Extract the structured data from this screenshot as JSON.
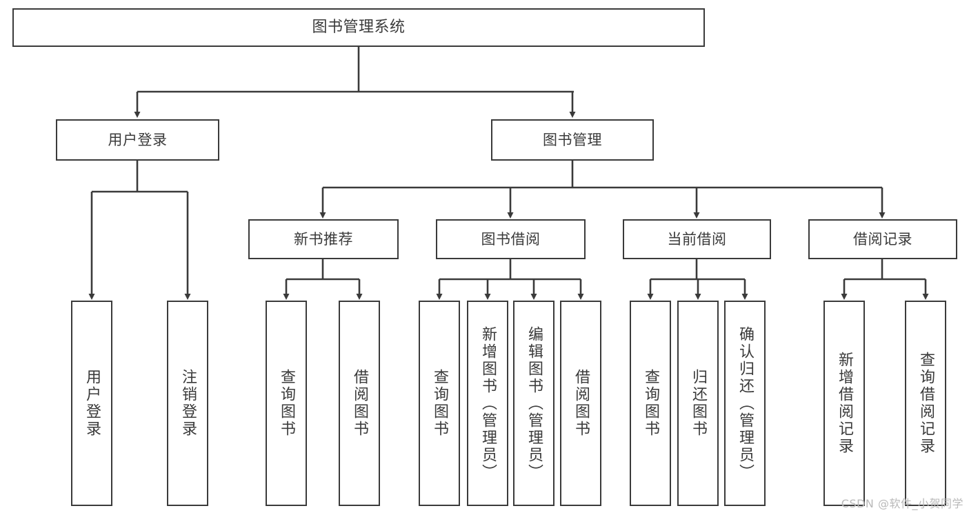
{
  "diagram": {
    "title": "图书管理系统",
    "type": "hierarchy-tree",
    "watermark": "CSDN @软件_小贺同学",
    "colors": {
      "background": "#ffffff",
      "box_border": "#3a3a3a",
      "box_fill": "#ffffff",
      "text": "#3a3a3a",
      "connector": "#3a3a3a",
      "watermark": "#b9b9b9"
    },
    "nodes": {
      "root": {
        "label": "图书管理系统"
      },
      "level1": [
        {
          "id": "user-login",
          "label": "用户登录"
        },
        {
          "id": "book-management",
          "label": "图书管理"
        }
      ],
      "level2": [
        {
          "id": "new-book-recommend",
          "label": "新书推荐"
        },
        {
          "id": "book-borrow",
          "label": "图书借阅"
        },
        {
          "id": "current-borrow",
          "label": "当前借阅"
        },
        {
          "id": "borrow-record",
          "label": "借阅记录"
        }
      ],
      "leaves": {
        "user_login": [
          {
            "id": "leaf-user-login",
            "label": "用户登录"
          },
          {
            "id": "leaf-logout",
            "label": "注销登录"
          }
        ],
        "new_book_recommend": [
          {
            "id": "leaf-query-book-1",
            "label": "查询图书"
          },
          {
            "id": "leaf-borrow-book-1",
            "label": "借阅图书"
          }
        ],
        "book_borrow": [
          {
            "id": "leaf-query-book-2",
            "label": "查询图书"
          },
          {
            "id": "leaf-add-book",
            "label": "新增图书（管理员）"
          },
          {
            "id": "leaf-edit-book",
            "label": "编辑图书（管理员）"
          },
          {
            "id": "leaf-borrow-book-2",
            "label": "借阅图书"
          }
        ],
        "current_borrow": [
          {
            "id": "leaf-query-book-3",
            "label": "查询图书"
          },
          {
            "id": "leaf-return-book",
            "label": "归还图书"
          },
          {
            "id": "leaf-confirm-return",
            "label": "确认归还（管理员）"
          }
        ],
        "borrow_record": [
          {
            "id": "leaf-add-record",
            "label": "新增借阅记录"
          },
          {
            "id": "leaf-query-record",
            "label": "查询借阅记录"
          }
        ]
      }
    }
  }
}
